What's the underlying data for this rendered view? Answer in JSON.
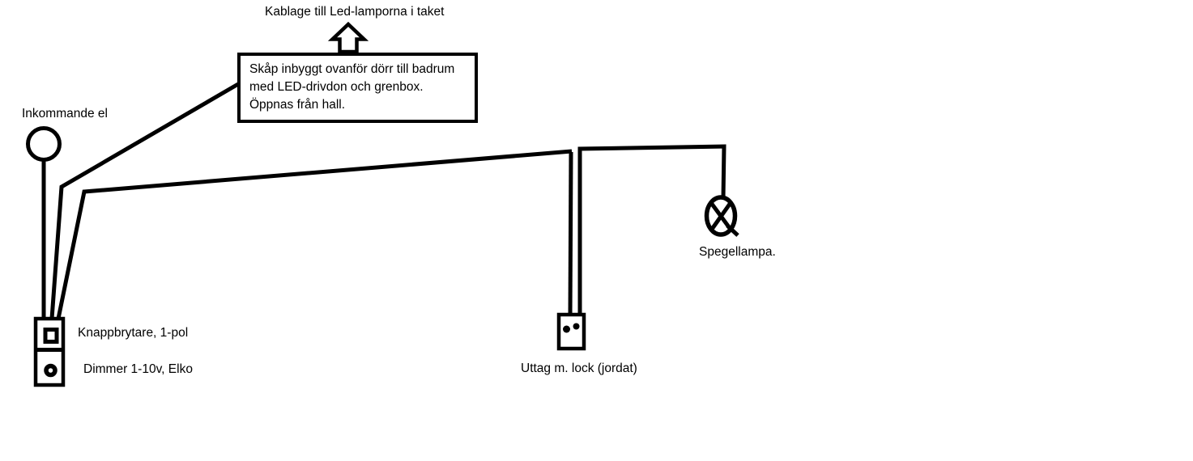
{
  "diagram": {
    "title": "Kablage till Led-lamporna i taket",
    "cabinet_note": {
      "line1": "Skåp inbyggt ovanför dörr till badrum",
      "line2": "med LED-drivdon och grenbox.",
      "line3": "Öppnas från hall."
    },
    "labels": {
      "incoming_power": "Inkommande el",
      "push_switch": "Knappbrytare, 1-pol",
      "dimmer": "Dimmer 1-10v, Elko",
      "outlet": "Uttag m. lock (jordat)",
      "mirror_lamp": "Spegellampa."
    },
    "icons": {
      "up_arrow": "up-arrow-icon",
      "incoming_node": "incoming-power-node-icon",
      "switch_button": "switch-button-icon",
      "dimmer_knob": "dimmer-knob-icon",
      "outlet": "outlet-icon",
      "lamp": "mirror-lamp-icon"
    },
    "colors": {
      "ink": "#000000",
      "background": "#ffffff"
    }
  }
}
